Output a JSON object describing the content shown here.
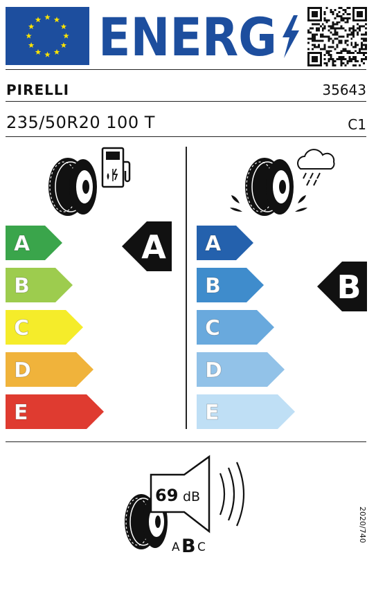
{
  "header": {
    "energy_label": "ENERG"
  },
  "tyre": {
    "brand": "PIRELLI",
    "model_code": "35643",
    "size": "235/50R20 100 T",
    "tyre_class": "C1"
  },
  "fuel": {
    "scale": [
      "A",
      "B",
      "C",
      "D",
      "E"
    ],
    "rating": "A",
    "colors": [
      "#3aa54b",
      "#9dcc4e",
      "#f5ec2a",
      "#f0b33b",
      "#df3b30"
    ]
  },
  "wet_grip": {
    "scale": [
      "A",
      "B",
      "C",
      "D",
      "E"
    ],
    "rating": "B",
    "colors": [
      "#2461ad",
      "#3f8ccc",
      "#69a9dd",
      "#92c2e8",
      "#bfdff5"
    ]
  },
  "noise": {
    "value": "69",
    "unit": "dB",
    "class_left": "A",
    "class_selected": "B",
    "class_right": "C"
  },
  "regulation": "2020/740",
  "icons": [
    "eu-flag-icon",
    "lightning-icon",
    "qr-code-icon",
    "tyre-icon",
    "fuel-pump-icon",
    "rain-cloud-icon",
    "water-splash-icon",
    "speaker-icon",
    "sound-waves-icon"
  ]
}
